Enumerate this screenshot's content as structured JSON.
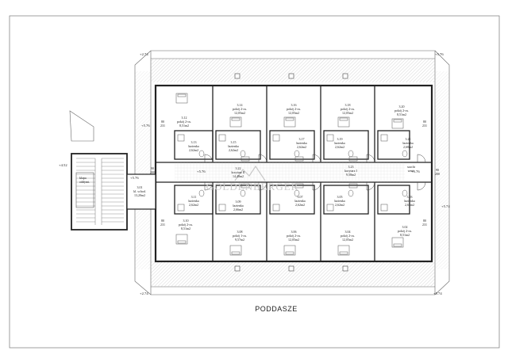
{
  "title": "PODDASZE",
  "watermark": "GOLDENBERGER",
  "level_marks": {
    "nw": "+2.74",
    "w_upper": "+5.76",
    "stair": "+4.52",
    "stair2": "+5.76",
    "center_left": "+5.76",
    "center_right": "+5.76",
    "east": "+5.74",
    "ne": "+5.76",
    "sw": "+2.74",
    "se": "+5.74"
  },
  "door_marks": [
    {
      "top": "80",
      "bot": "231"
    },
    {
      "top": "80",
      "bot": "231"
    },
    {
      "top": "90",
      "bot": "200"
    },
    {
      "top": "90",
      "bot": "200"
    },
    {
      "top": "80",
      "bot": "231"
    },
    {
      "top": "80",
      "bot": "231"
    }
  ],
  "rooms_top": [
    {
      "n": "3.12",
      "l1": "pokój 2-os.",
      "l2": "8,51m2"
    },
    {
      "n": "3.14",
      "l1": "pokój 2-os.",
      "l2": "12,05m2"
    },
    {
      "n": "3.16",
      "l1": "pokój 2-os.",
      "l2": "12,05m2"
    },
    {
      "n": "3.18",
      "l1": "pokój 2-os.",
      "l2": "12,05m2"
    },
    {
      "n": "3.20",
      "l1": "pokój 2-os.",
      "l2": "8,51m2"
    }
  ],
  "baths_top": [
    {
      "n": "3.13",
      "l1": "łazienka",
      "l2": "2,62m2"
    },
    {
      "n": "3.15",
      "l1": "łazienka",
      "l2": "2,62m2"
    },
    {
      "n": "3.17",
      "l1": "łazienka",
      "l2": "2,62m2"
    },
    {
      "n": "3.19",
      "l1": "łazienka",
      "l2": "2,62m2"
    },
    {
      "n": "3.21",
      "l1": "łazienka",
      "l2": "2,68m2"
    }
  ],
  "center": [
    {
      "n": "3.22",
      "l1": "korytarz II",
      "l2": "14,48m2"
    },
    {
      "n": "3.23",
      "l1": "korytarz I",
      "l2": "9,58m2"
    },
    {
      "n": "3.01",
      "l1": "kl. schod.",
      "l2": "13,20m2"
    }
  ],
  "misc": {
    "stair_note_1": "klapa",
    "stair_note_2": "oddymi.",
    "riser_1": "szacht",
    "riser_2": "went."
  },
  "baths_bottom": [
    {
      "n": "3.11",
      "l1": "łazienka",
      "l2": "2,62m2"
    },
    {
      "n": "3.09",
      "l1": "łazienka",
      "l2": "2,66m2"
    },
    {
      "n": "3.07",
      "l1": "łazienka",
      "l2": "2,62m2"
    },
    {
      "n": "3.05",
      "l1": "łazienka",
      "l2": "2,62m2"
    },
    {
      "n": "3.03",
      "l1": "łazienka",
      "l2": "2,62m2"
    }
  ],
  "rooms_bottom": [
    {
      "n": "3.10",
      "l1": "pokój 2-os.",
      "l2": "8,51m2"
    },
    {
      "n": "3.08",
      "l1": "pokój 1-os.",
      "l2": "9,57m2"
    },
    {
      "n": "3.06",
      "l1": "pokój 2-os.",
      "l2": "12,05m2"
    },
    {
      "n": "3.04",
      "l1": "pokój 2-os.",
      "l2": "12,05m2"
    },
    {
      "n": "3.02",
      "l1": "pokój 2-os.",
      "l2": "8,51m2"
    }
  ]
}
